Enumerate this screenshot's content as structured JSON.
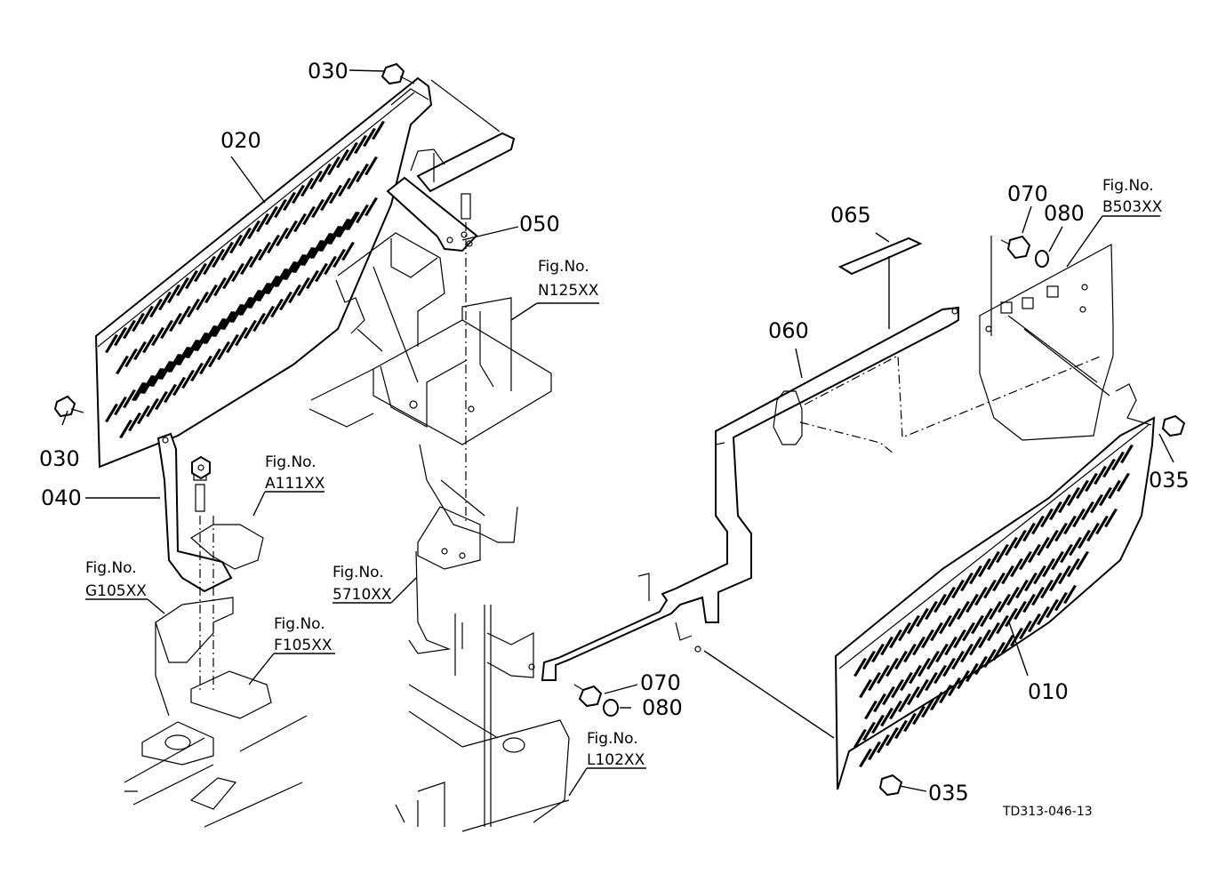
{
  "parts": {
    "p010": "010",
    "p020": "020",
    "p030a": "030",
    "p030b": "030",
    "p035a": "035",
    "p035b": "035",
    "p040": "040",
    "p050": "050",
    "p060": "060",
    "p065": "065",
    "p070a": "070",
    "p070b": "070",
    "p080a": "080",
    "p080b": "080"
  },
  "figrefs": {
    "n125": {
      "label": "Fig.No.",
      "code": "N125XX"
    },
    "a111": {
      "label": "Fig.No.",
      "code": "A111XX"
    },
    "g105": {
      "label": "Fig.No.",
      "code": "G105XX"
    },
    "f105": {
      "label": "Fig.No.",
      "code": "F105XX"
    },
    "x5710": {
      "label": "Fig.No.",
      "code": "5710XX"
    },
    "b503": {
      "label": "Fig.No.",
      "code": "B503XX"
    },
    "l102": {
      "label": "Fig.No.",
      "code": "L102XX"
    }
  },
  "drawing_code": "TD313-046-13"
}
